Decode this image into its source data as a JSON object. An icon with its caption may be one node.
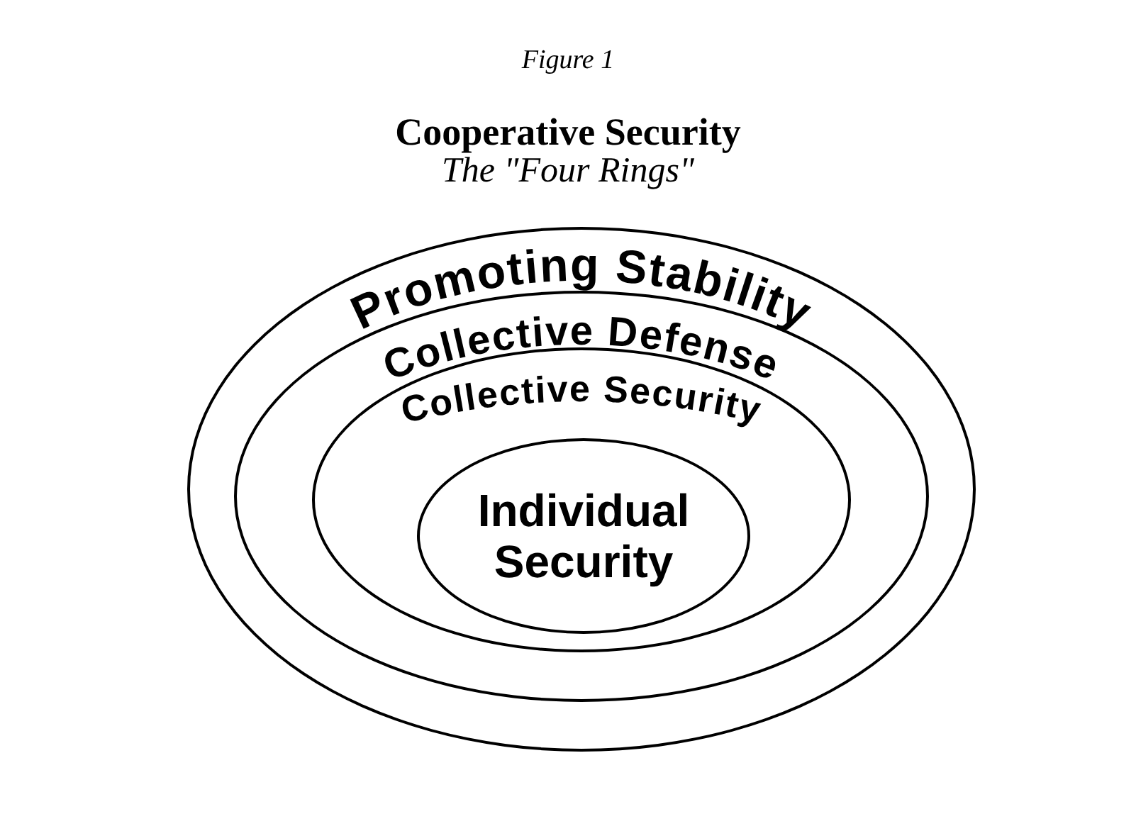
{
  "diagram": {
    "title": "Cooperative Security",
    "nodes": [
      {
        "text": [
          "Promoting Stability"
        ]
      },
      {
        "text": [
          "Collective Defense"
        ],
        "in": 0
      },
      {
        "text": [
          "Collective Security"
        ],
        "in": 1
      },
      {
        "text": [
          "Individual Security"
        ],
        "in": 2
      }
    ],
    "labels": [
      "Figure 1",
      "The \"Four Rings\""
    ]
  }
}
